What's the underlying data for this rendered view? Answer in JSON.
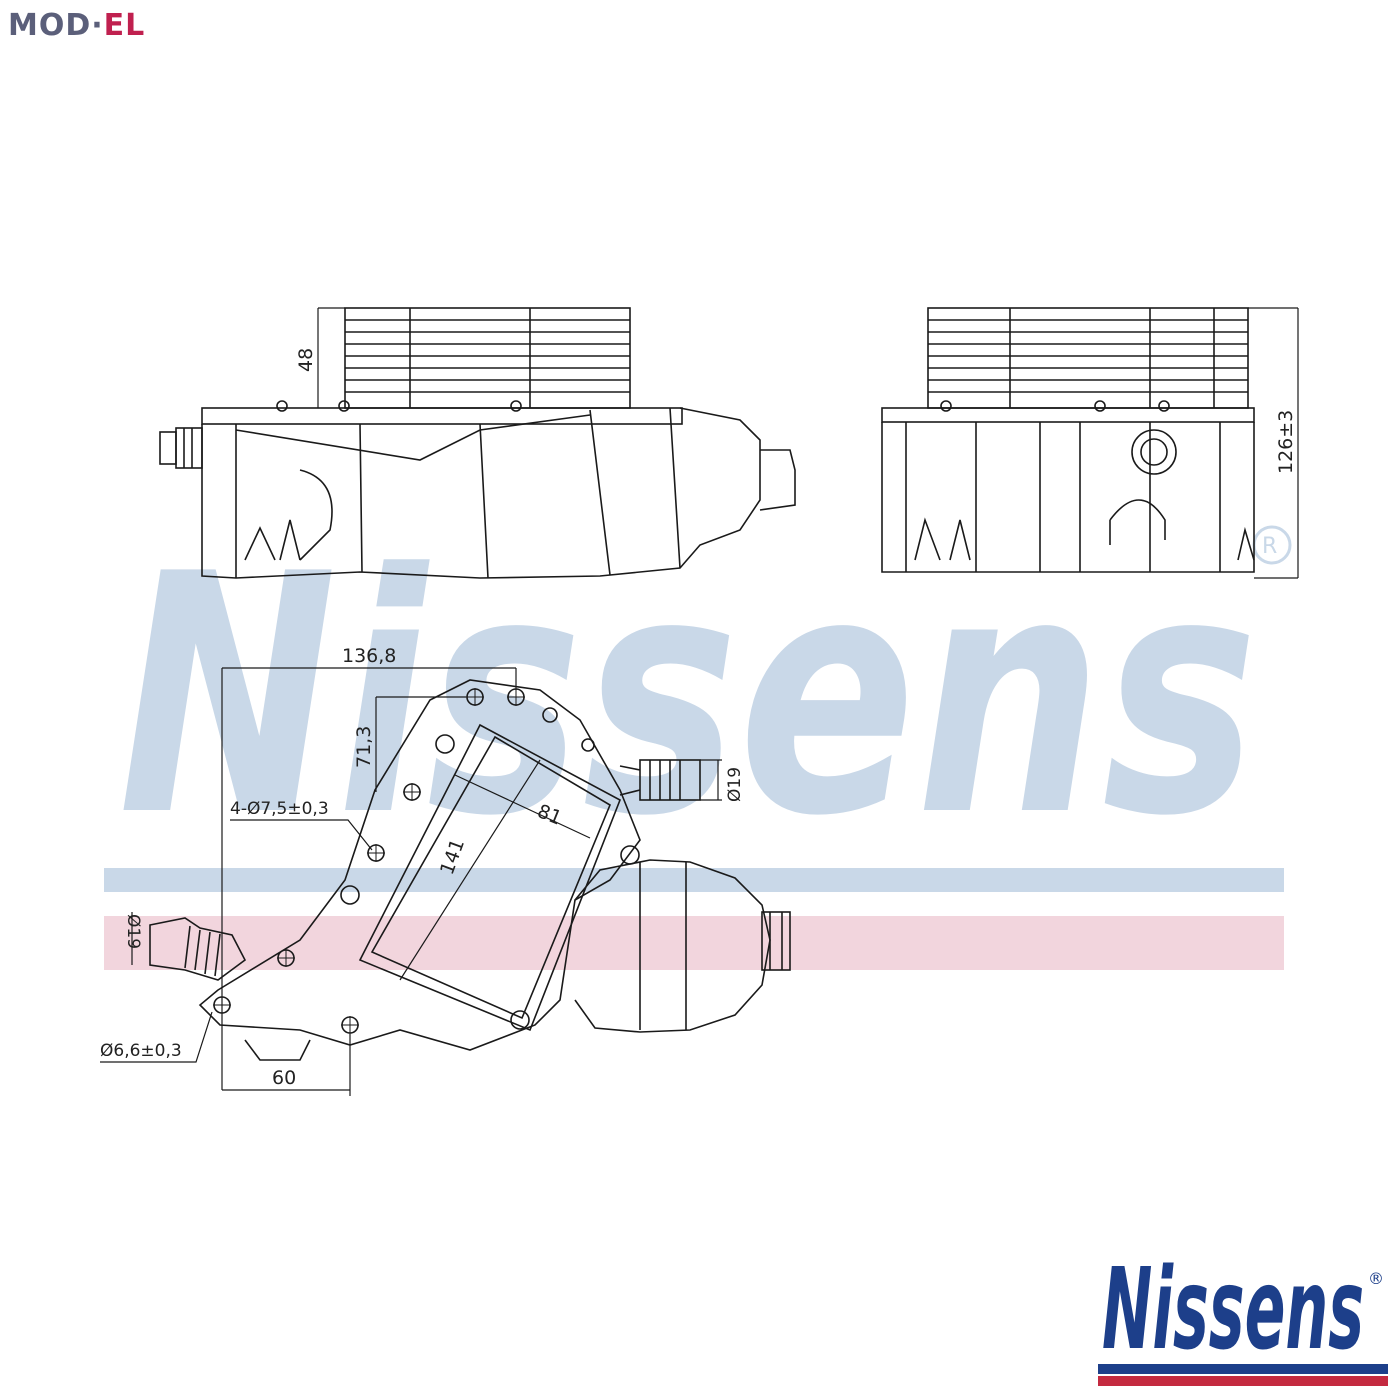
{
  "header": {
    "logo_part1": "MOD",
    "logo_dot": "·",
    "logo_part2": "EL"
  },
  "watermark": {
    "text": "Nissens",
    "registered": "®"
  },
  "brand_logo": {
    "text": "Nissens",
    "registered": "®"
  },
  "dimensions": {
    "fin_height": "48",
    "overall_height": "126±3",
    "width_top": "136,8",
    "hole_offset": "71,3",
    "holes_spec": "4-Ø7,5±0,3",
    "core_length": "141",
    "core_width": "81",
    "port_right": "Ø19",
    "port_left": "Ø19",
    "hole_small_spec": "Ø6,6±0,3",
    "bottom_width": "60"
  },
  "colors": {
    "watermark_blue": "#c9d8e8",
    "watermark_pink": "#f2d5dd",
    "brand_blue": "#1d3f8a",
    "brand_red": "#c42a40",
    "line": "#1a1a1a"
  }
}
